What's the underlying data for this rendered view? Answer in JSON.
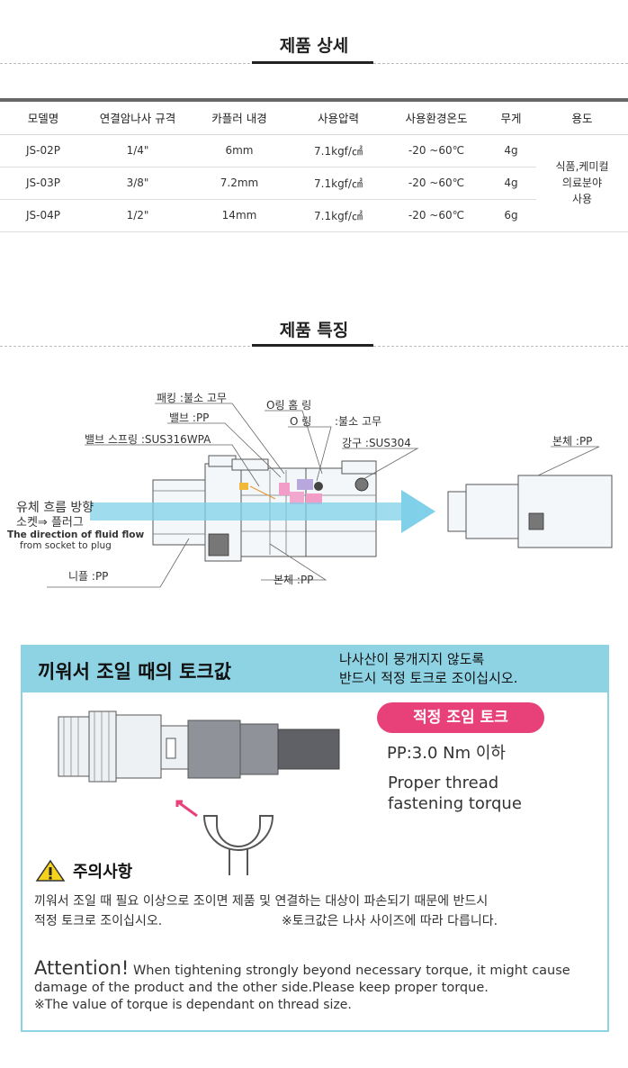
{
  "section1": {
    "title": "제품 상세"
  },
  "table": {
    "headers": [
      "모델명",
      "연결암나사 규격",
      "카플러 내경",
      "사용압력",
      "사용환경온도",
      "무게",
      "용도"
    ],
    "rows": [
      [
        "JS-02P",
        "1/4\"",
        "6mm",
        "7.1kgf/㎠",
        "-20 ~60℃",
        "4g"
      ],
      [
        "JS-03P",
        "3/8\"",
        "7.2mm",
        "7.1kgf/㎠",
        "-20 ~60℃",
        "4g"
      ],
      [
        "JS-04P",
        "1/2\"",
        "14mm",
        "7.1kgf/㎠",
        "-20 ~60℃",
        "6g"
      ]
    ],
    "usage": [
      "식품,케미컬",
      "의료분야",
      "사용"
    ]
  },
  "section2": {
    "title": "제품 특징"
  },
  "diagram": {
    "packing": "패킹 :불소 고무",
    "oring_groove": "O링 홈 링",
    "valve": "밸브 :PP",
    "oring": "O 링",
    "oring_mat": ":불소 고무",
    "spring": "밸브 스프링 :SUS316WPA",
    "steel_ball": "강구 :SUS304",
    "body_right": "본체 :PP",
    "flow_ko": "유체 흐름 방향",
    "flow_ko2": "소켓⇒ 플러그",
    "flow_en": "The direction of fluid flow",
    "flow_en2": "from socket to plug",
    "nipple": "니플 :PP",
    "body_bottom": "본체 :PP"
  },
  "torque": {
    "title": "끼워서 조일 때의 토크값",
    "note_line1": "나사산이 뭉개지지 않도록",
    "note_line2": "반드시 적정 토크로 조이십시오.",
    "pill": "적정 조임 토크",
    "pp_value": "PP:3.0 Nm 이하",
    "proper_en1": "Proper thread",
    "proper_en2": "fastening torque",
    "caution_title": "주의사항",
    "caution_line1": "끼워서 조일 때 필요 이상으로 조이면 제품 및 연결하는 대상이 파손되기 때문에 반드시",
    "caution_line2": "적정 토크로 조이십시오.",
    "caution_note": "※토크값은 나사 사이즈에 따라 다릅니다.",
    "attention_word": "Attention!",
    "attention_text": " When tightening strongly beyond necessary torque, it might cause damage of the product and the other side.Please keep proper torque.",
    "attention_note": "※The value of torque is dependant on thread size."
  },
  "colors": {
    "accent_blue": "#8dd3e4",
    "pill_pink": "#e8417a",
    "flow_arrow": "#7fd0e8"
  }
}
